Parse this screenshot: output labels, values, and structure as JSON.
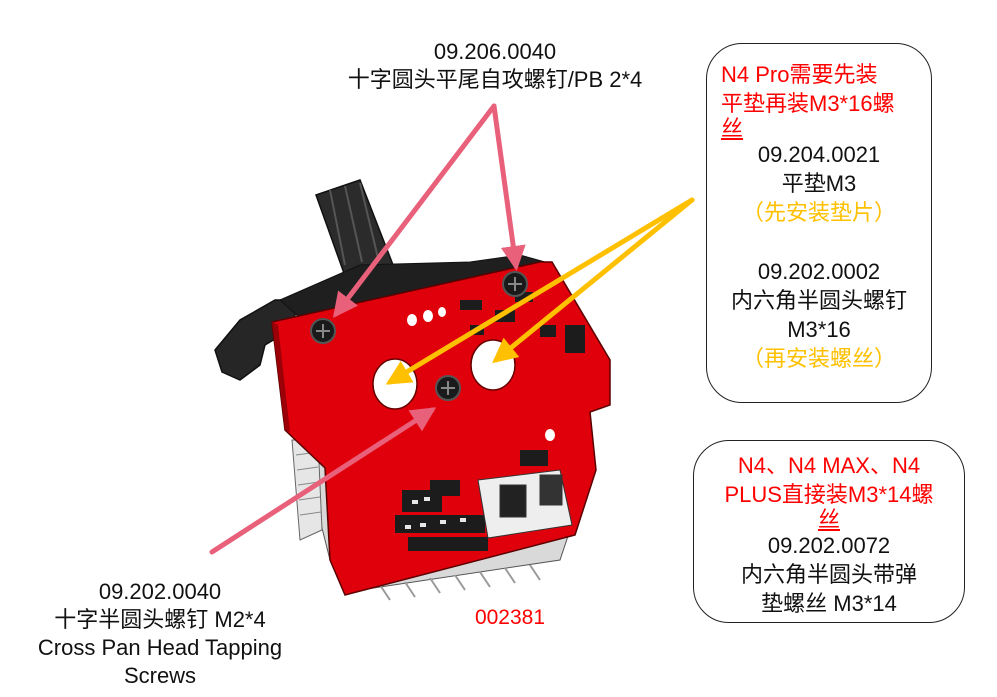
{
  "top_label": {
    "part_no": "09.206.0040",
    "desc": "十字圆头平尾自攻螺钉/PB 2*4"
  },
  "bottom_label": {
    "part_no": "09.202.0040",
    "desc": "十字半圆头螺钉 M2*4",
    "en_line1": "Cross Pan Head Tapping",
    "en_line2": "Screws"
  },
  "drawing_no": "002381",
  "pro_box": {
    "note_line1": "N4 Pro需要先装",
    "note_line2": "平垫再装M3*16螺",
    "note_line3": "丝",
    "washer_part_no": "09.204.0021",
    "washer_desc": "平垫M3",
    "washer_step": "（先安装垫片）",
    "screw_part_no": "09.202.0002",
    "screw_desc_line1": "内六角半圆头螺钉",
    "screw_desc_line2": "M3*16",
    "screw_step": "（再安装螺丝）"
  },
  "max_box": {
    "note_line1": "N4、N4 MAX、N4",
    "note_line2": "PLUS直接装M3*14螺",
    "note_line3": "丝",
    "part_no": "09.202.0072",
    "desc_line1": "内六角半圆头带弹",
    "desc_line2": "垫螺丝 M3*14"
  },
  "colors": {
    "pcb_red": "#e0000b",
    "pink_arrow": "#e8607a",
    "gold_arrow": "#ffc000",
    "note_red": "#ff0000"
  }
}
